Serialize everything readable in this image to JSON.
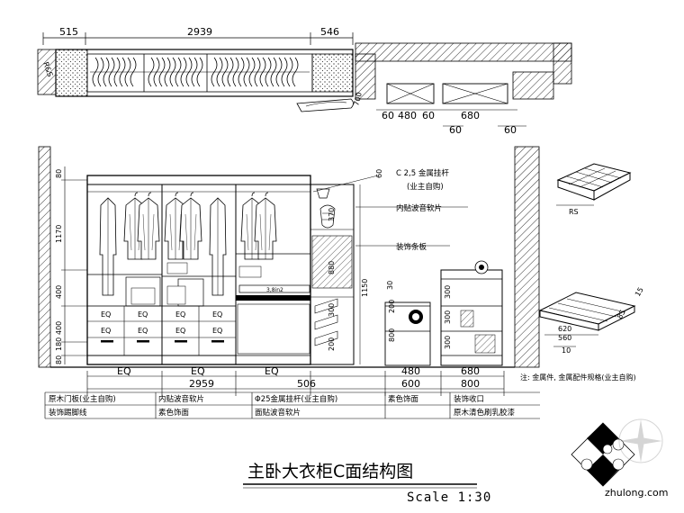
{
  "plan_dims": {
    "d515": "515",
    "d2939": "2939",
    "d546": "546",
    "d60a": "60",
    "d480": "480",
    "d60b": "60",
    "d680": "680",
    "d60c": "60",
    "d60d": "60",
    "d700": "700"
  },
  "elev_dims": {
    "v80": "80",
    "v1170": "1170",
    "v400": "400",
    "v400b": "400",
    "v180": "180",
    "v80b": "80",
    "v370": "370",
    "v880": "880",
    "v300": "300",
    "v1150": "1150",
    "v60": "60",
    "v300b": "300",
    "v300c": "300",
    "v300d": "300",
    "v200": "200",
    "v200b": "200",
    "v800": "800",
    "v30": "30"
  },
  "bottom_dims": {
    "eq1": "EQ",
    "eq2": "EQ",
    "eq3": "EQ",
    "d2959": "2959",
    "d506": "506",
    "d480": "480",
    "d600": "600",
    "d680": "680",
    "d800": "800"
  },
  "drawer_labels": {
    "a": "EQ",
    "b": "EQ",
    "c": "EQ",
    "d": "EQ",
    "e": "EQ",
    "f": "EQ",
    "g": "EQ",
    "h": "EQ"
  },
  "rod_label": "3,8in2",
  "callouts": {
    "c1": "C 2,5 金属挂杆",
    "c2": "(业主自购)",
    "c3": "内贴波音软片",
    "c4": "装饰条板"
  },
  "legend_rows": [
    [
      "原木门板(业主自购)",
      "内贴波音软片",
      "Φ25金属挂杆(业主自购)",
      "素色饰面",
      "装饰收口"
    ],
    [
      "装饰踢脚线",
      "素色饰面",
      "面贴波音软片",
      "",
      "原木清色刷乳胶漆"
    ]
  ],
  "side_note": "注: 金属件, 金属配件规格(业主自购)",
  "detail_labels": {
    "rs": "RS",
    "d85": "85",
    "d620": "620",
    "d560": "560",
    "d10": "10",
    "d15": "15"
  },
  "title": "主卧大衣柜C面结构图",
  "scale": "Scale 1:30",
  "watermark": "zhulong.com"
}
